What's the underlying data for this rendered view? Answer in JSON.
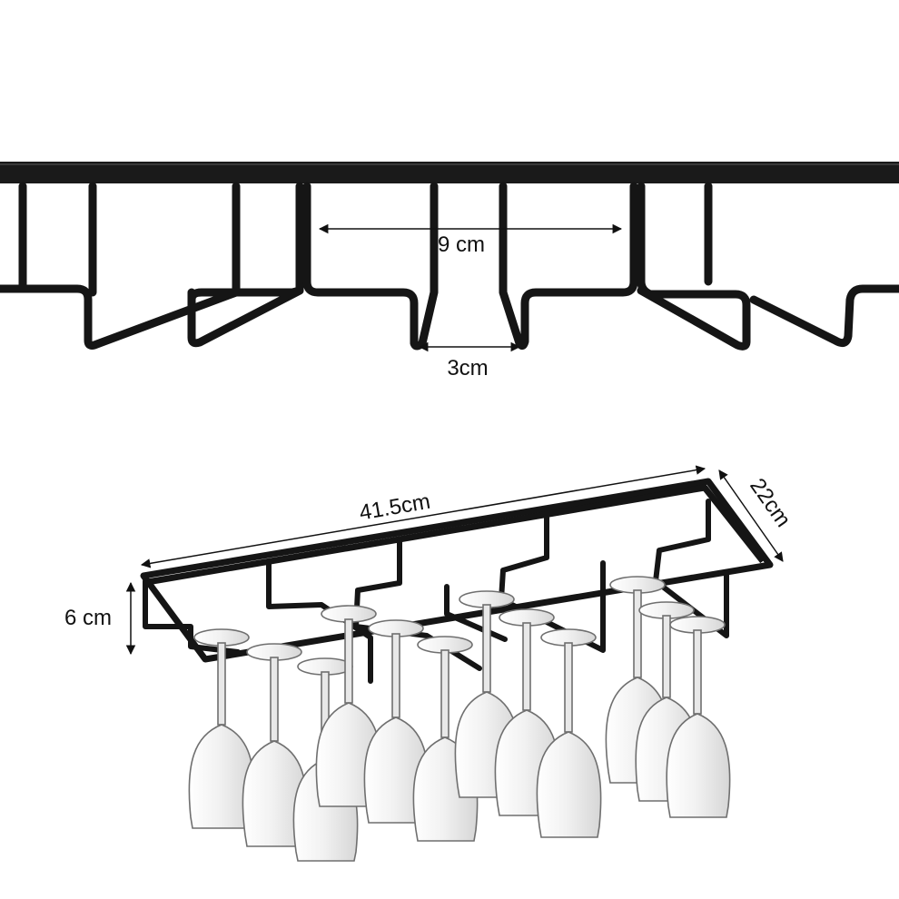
{
  "top_view": {
    "spacing_label": "9 cm",
    "gap_label": "3cm"
  },
  "bottom_view": {
    "length_label": "41.5cm",
    "depth_label": "22cm",
    "height_label": "6 cm"
  },
  "colors": {
    "frame": "#111111",
    "glass_stroke": "#777777",
    "dimension_line": "#111111",
    "background": "#ffffff"
  }
}
